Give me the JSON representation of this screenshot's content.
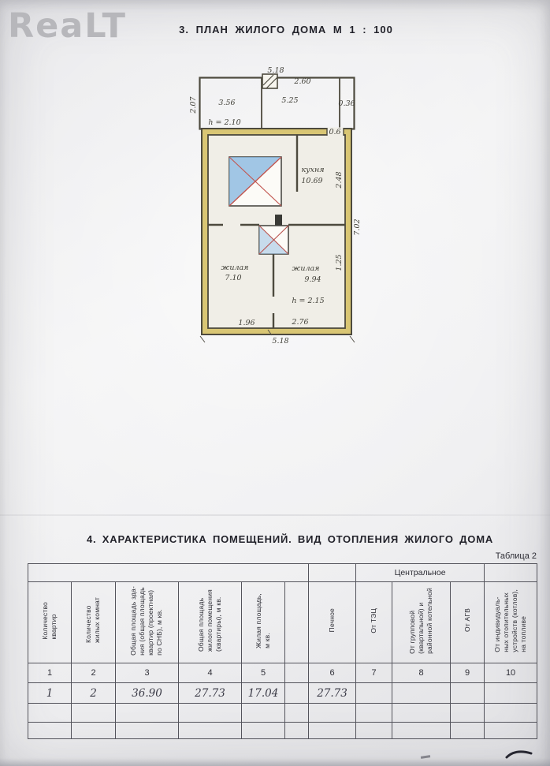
{
  "watermark": "ReaLT",
  "colors": {
    "wall_fill": "#d9c674",
    "stove_blue": "#8ab9e0",
    "stove_red": "#c2554f",
    "paper": "#efefef"
  },
  "plan": {
    "title": "3. ПЛАН ЖИЛОГО ДОМА М 1 : 100",
    "labels": {
      "top_width": "5.18",
      "porch_width": "2.60",
      "veranda_depth": "2.07",
      "veranda_room_w": "3.56",
      "veranda_h": "h = 2.10",
      "veranda_room2_w": "5.25",
      "veranda_strip": "0.36",
      "door_width": "0.6",
      "kitchen_name": "кухня",
      "kitchen_area": "10.69",
      "dim_right_upper": "2.48",
      "dim_right_full": "7.02",
      "dim_right_lower": "1.25",
      "room1_name": "жилая",
      "room1_area": "7.10",
      "room2_name": "жилая",
      "room2_area": "9.94",
      "room2_h": "h = 2.15",
      "dim_bottom_left": "1.96",
      "dim_bottom_mid": "2.76",
      "bottom_width": "5.18"
    }
  },
  "section4": {
    "title": "4. ХАРАКТЕРИСТИКА ПОМЕЩЕНИЙ. ВИД ОТОПЛЕНИЯ ЖИЛОГО ДОМА",
    "table_label": "Таблица 2",
    "group_header": "Центральное",
    "columns": [
      {
        "num": "1",
        "header": "Количество\nквартир"
      },
      {
        "num": "2",
        "header": "Количество\nжилых комнат"
      },
      {
        "num": "3",
        "header": "Общая площадь зда-\nния (общая площадь\nквартир (проектная)\nпо СНБ), м кв."
      },
      {
        "num": "4",
        "header": "Общая площадь\nжилого помещения\n(квартиры), м кв."
      },
      {
        "num": "5",
        "header": "Жилая площадь,\nм кв."
      },
      {
        "num": "6",
        "header": "Печное"
      },
      {
        "num": "7",
        "header": "От ТЭЦ"
      },
      {
        "num": "8",
        "header": "От групповой\n(квартальной) и\nрайонной котельной"
      },
      {
        "num": "9",
        "header": "От АГВ"
      },
      {
        "num": "10",
        "header": "От индивидуаль-\nных отопительных\nустройств (котлов),\nна топливе"
      }
    ],
    "row": {
      "c1": "1",
      "c2": "2",
      "c3": "36.90",
      "c4": "27.73",
      "c5": "17.04",
      "c6": "27.73",
      "c7": "",
      "c8": "",
      "c9": "",
      "c10": ""
    }
  }
}
